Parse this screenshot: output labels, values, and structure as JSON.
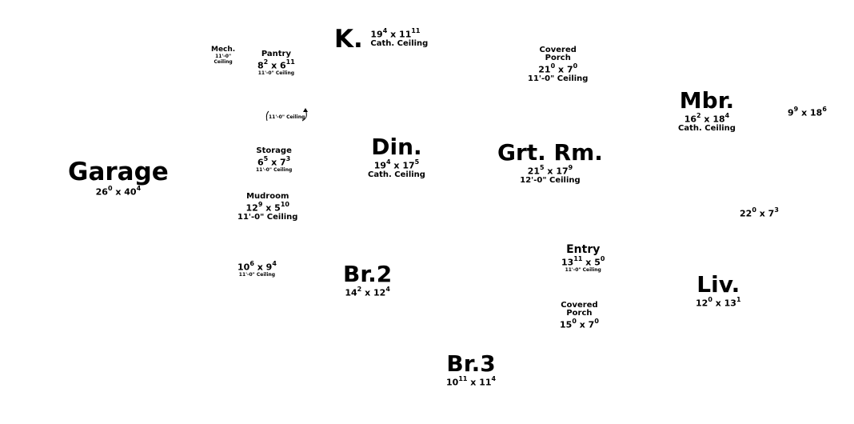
{
  "rooms": {
    "garage": {
      "name": "Garage",
      "w": "26",
      "w_in": "0",
      "d": "40",
      "d_in": "4"
    },
    "mech": {
      "name": "Mech.",
      "ceiling1": "11'-0\"",
      "ceiling2": "Ceiling"
    },
    "pantry": {
      "name": "Pantry",
      "w": "8",
      "w_in": "2",
      "d": "6",
      "d_in": "11",
      "ceiling": "11'-0\" Ceiling"
    },
    "hall_ceiling": {
      "ceiling": "11'-0\" Ceiling"
    },
    "storage": {
      "name": "Storage",
      "w": "6",
      "w_in": "5",
      "d": "7",
      "d_in": "3",
      "ceiling": "11'-0\" Ceiling"
    },
    "mudroom": {
      "name": "Mudroom",
      "w": "12",
      "w_in": "9",
      "d": "5",
      "d_in": "10",
      "ceiling": "11'-0\" Ceiling"
    },
    "closet": {
      "w": "10",
      "w_in": "6",
      "d": "9",
      "d_in": "4",
      "ceiling": "11'-0\" Ceiling"
    },
    "kitchen": {
      "name": "K.",
      "w": "19",
      "w_in": "4",
      "d": "11",
      "d_in": "11",
      "ceiling": "Cath. Ceiling"
    },
    "dining": {
      "name": "Din.",
      "w": "19",
      "w_in": "4",
      "d": "17",
      "d_in": "5",
      "ceiling": "Cath. Ceiling"
    },
    "br2": {
      "name": "Br.2",
      "w": "14",
      "w_in": "2",
      "d": "12",
      "d_in": "4"
    },
    "br3": {
      "name": "Br.3",
      "w": "10",
      "w_in": "11",
      "d": "11",
      "d_in": "4"
    },
    "covered_porch_top": {
      "name1": "Covered",
      "name2": "Porch",
      "w": "21",
      "w_in": "0",
      "d": "7",
      "d_in": "0",
      "ceiling": "11'-0\" Ceiling"
    },
    "great_room": {
      "name": "Grt. Rm.",
      "w": "21",
      "w_in": "5",
      "d": "17",
      "d_in": "9",
      "ceiling": "12'-0\" Ceiling"
    },
    "entry": {
      "name": "Entry",
      "w": "13",
      "w_in": "11",
      "d": "5",
      "d_in": "0",
      "ceiling": "11'-0\" Ceiling"
    },
    "covered_porch_bottom": {
      "name1": "Covered",
      "name2": "Porch",
      "w": "15",
      "w_in": "0",
      "d": "7",
      "d_in": "0"
    },
    "master": {
      "name": "Mbr.",
      "w": "16",
      "w_in": "2",
      "d": "18",
      "d_in": "4",
      "ceiling": "Cath. Ceiling"
    },
    "master_closet": {
      "w": "9",
      "w_in": "9",
      "d": "18",
      "d_in": "6"
    },
    "hall_right": {
      "w": "22",
      "w_in": "0",
      "d": "7",
      "d_in": "3"
    },
    "living": {
      "name": "Liv.",
      "w": "12",
      "w_in": "0",
      "d": "13",
      "d_in": "1"
    }
  }
}
